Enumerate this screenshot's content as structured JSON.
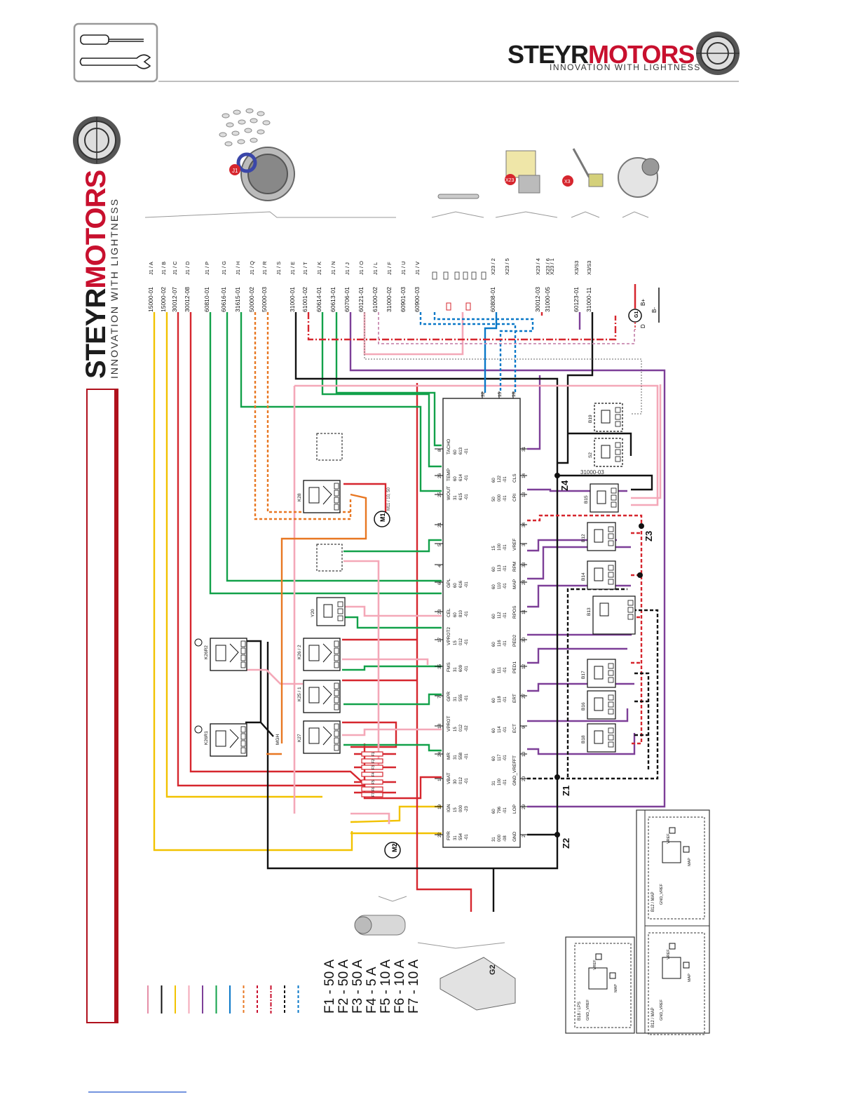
{
  "header": {
    "brand_first": "STEYR",
    "brand_second": "MOTORS",
    "tagline": "INNOVATION WITH LIGHTNESS",
    "tool_icon": "screwdriver-and-wrench-icon",
    "brand_color": "#c8102e"
  },
  "side_banner": {
    "brand_first": "STEYR",
    "brand_second": "MOTORS",
    "tagline": "INNOVATION WITH LIGHTNESS"
  },
  "connectors": {
    "j1_label": "J1",
    "x23_label": "X23",
    "x3_label": "X3",
    "g1_label": "G1",
    "g1_terms": [
      "B+",
      "D",
      "B-"
    ],
    "g2_label": "G2"
  },
  "wire_ids": [
    {
      "id": "15000-01",
      "pin": "J1 / A"
    },
    {
      "id": "15000-02",
      "pin": "J1 / B"
    },
    {
      "id": "30012-07",
      "pin": "J1 / C"
    },
    {
      "id": "30012-08",
      "pin": "J1 / D"
    },
    {
      "id": "60810-01",
      "pin": "J1 / P"
    },
    {
      "id": "60616-01",
      "pin": "J1 / G"
    },
    {
      "id": "31615-01",
      "pin": "J1 / H"
    },
    {
      "id": "50000-02",
      "pin": "J1 / Q"
    },
    {
      "id": "50000-03",
      "pin": "J1 / R"
    },
    {
      "id": "",
      "pin": "J1 / S"
    },
    {
      "id": "31000-01",
      "pin": "J1 / E"
    },
    {
      "id": "61001-02",
      "pin": "J1 / T"
    },
    {
      "id": "60614-01",
      "pin": "J1 / K"
    },
    {
      "id": "60613-01",
      "pin": "J1 / N"
    },
    {
      "id": "60706-01",
      "pin": "J1 / J"
    },
    {
      "id": "60121-01",
      "pin": "J1 / O"
    },
    {
      "id": "61000-02",
      "pin": "J1 / L"
    },
    {
      "id": "31000-02",
      "pin": "J1 / F"
    },
    {
      "id": "60901-03",
      "pin": "J1 / U"
    },
    {
      "id": "60900-03",
      "pin": "J1 / V"
    },
    {
      "id": "60808-01",
      "pin": "X23 / 2"
    },
    {
      "id": "",
      "pin": "X23 / 5"
    },
    {
      "id": "30012-03",
      "pin": "X23 / 4"
    },
    {
      "id": "31000-05",
      "pin": "X23 / 6"
    },
    {
      "id": "",
      "pin": "X23 / 1"
    },
    {
      "id": "60123-01",
      "pin": "X3/S3"
    },
    {
      "id": "31000-11",
      "pin": "X3/S3"
    }
  ],
  "ecu_left_pins": [
    {
      "pin": "8",
      "name": "TACHO",
      "code": [
        "60",
        "613",
        "-01"
      ]
    },
    {
      "pin": "26",
      "name": "TEMP",
      "code": [
        "60",
        "614",
        "-01"
      ]
    },
    {
      "pin": "25",
      "name": "WOUT",
      "code": [
        "31",
        "615",
        "-01"
      ]
    },
    {
      "pin": "21",
      "name": "",
      "code": []
    },
    {
      "pin": "5",
      "name": "",
      "code": []
    },
    {
      "pin": "4",
      "name": "",
      "code": []
    },
    {
      "pin": "6",
      "name": "GPL",
      "code": [
        "60",
        "616",
        "-01"
      ]
    },
    {
      "pin": "23",
      "name": "CEL",
      "code": [
        "60",
        "810",
        "-01"
      ]
    },
    {
      "pin": "17",
      "name": "VPROT2",
      "code": [
        "15",
        "012",
        "-01"
      ]
    },
    {
      "pin": "35",
      "name": "FMS",
      "code": [
        "31",
        "609",
        "-01"
      ]
    },
    {
      "pin": "7",
      "name": "GPR",
      "code": [
        "31",
        "555",
        "-01"
      ]
    },
    {
      "pin": "18",
      "name": "VPROT",
      "code": [
        "15",
        "012",
        "-02"
      ]
    },
    {
      "pin": "24",
      "name": "MR",
      "code": [
        "31",
        "558",
        "-01"
      ]
    },
    {
      "pin": "1",
      "name": "VBAT",
      "code": [
        "30",
        "012",
        "-01"
      ]
    },
    {
      "pin": "19",
      "name": "IGN",
      "code": [
        "15",
        "000",
        "-23"
      ]
    },
    {
      "pin": "22",
      "name": "FPR",
      "code": [
        "31",
        "554",
        "-01"
      ]
    }
  ],
  "ecu_right_pins": [
    {
      "pin": "31",
      "name": "",
      "code": []
    },
    {
      "pin": "14",
      "name": "CLS",
      "code": [
        "60",
        "122",
        "-01"
      ]
    },
    {
      "pin": "13",
      "name": "CRI",
      "code": [
        "50",
        "000",
        "-01"
      ]
    },
    {
      "pin": "34",
      "name": "",
      "code": []
    },
    {
      "pin": "3",
      "name": "VREF",
      "code": [
        "15",
        "100",
        "-01"
      ]
    },
    {
      "pin": "33",
      "name": "RPM",
      "code": [
        "60",
        "113",
        "-01"
      ]
    },
    {
      "pin": "28",
      "name": "MAP",
      "code": [
        "60",
        "110",
        "-01"
      ]
    },
    {
      "pin": "11",
      "name": "RPOS",
      "code": [
        "60",
        "112",
        "-01"
      ]
    },
    {
      "pin": "30",
      "name": "PED2",
      "code": [
        "60",
        "116",
        "-01"
      ]
    },
    {
      "pin": "12",
      "name": "PED1",
      "code": [
        "60",
        "111",
        "-01"
      ]
    },
    {
      "pin": "27",
      "name": "ERT",
      "code": [
        "60",
        "118",
        "-01"
      ]
    },
    {
      "pin": "9",
      "name": "ECT",
      "code": [
        "60",
        "114",
        "-01"
      ]
    },
    {
      "pin": "10",
      "name": "FT",
      "code": [
        "60",
        "117",
        "-01"
      ]
    },
    {
      "pin": "20",
      "name": "GND_VREF",
      "code": [
        "31",
        "100",
        "-01"
      ]
    },
    {
      "pin": "29",
      "name": "LOP",
      "code": [
        "60",
        "796",
        "-01"
      ]
    },
    {
      "pin": "2",
      "name": "GND",
      "code": [
        "31",
        "000",
        "-08"
      ]
    }
  ],
  "ecu_top_pins": [
    "32",
    "15",
    "16"
  ],
  "relays": [
    "K28",
    "K26 / 2",
    "K25 / 1",
    "K27",
    "K26R2",
    "K26R1"
  ],
  "sensors": [
    "B19",
    "S2",
    "B15",
    "B12",
    "B14",
    "B13",
    "B17",
    "B16",
    "B18",
    "Y20"
  ],
  "motors": {
    "m1": "M1",
    "m1_note": "M11 / 10, 50",
    "m2": "M2"
  },
  "ground_label": "MGH",
  "nodes": [
    "Z1",
    "Z2",
    "Z3",
    "Z4"
  ],
  "ground_bus_label": "31000-03",
  "fuses": [
    "F1 - 50 A",
    "F2 - 50 A",
    "F3 - 50 A",
    "F4 -   5 A",
    "F5 - 10 A",
    "F6 - 10 A",
    "F7 - 10 A"
  ],
  "fuse_symbols": [
    "F1",
    "F2",
    "F3",
    "F4",
    "F5",
    "F6",
    "F7"
  ],
  "inset_panels": [
    {
      "title": "B12 / MAP",
      "labels": [
        "VREF",
        "MAP",
        "GND_VREF"
      ]
    },
    {
      "title": "B12 / MAP",
      "labels": [
        "VREF",
        "MAP",
        "GND_VREF"
      ]
    },
    {
      "title": "B18 / LPS",
      "labels": [
        "VREF",
        "MAP",
        "GND_VREF"
      ]
    }
  ],
  "legend_colors": [
    "#e58fa8",
    "#111111",
    "#f2c200",
    "#f4a8b8",
    "#7d3f98",
    "#12a14a",
    "#0a78c8",
    "#e87722",
    "#c8102e",
    "#c8102e",
    "#111111",
    "#0a78c8"
  ],
  "colors": {
    "red": "#d6262e",
    "yellow": "#f2c200",
    "green": "#12a14a",
    "black": "#111111",
    "purple": "#7d3f98",
    "pink": "#f4a8b8",
    "blue": "#0a78c8",
    "orange": "#e87722",
    "gray": "#8a8a8a"
  }
}
